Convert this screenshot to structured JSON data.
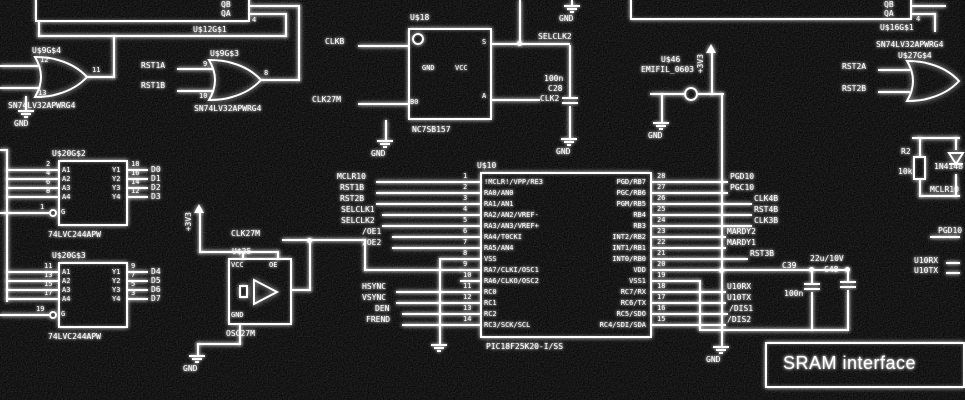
{
  "title_block": {
    "title": "SRAM interface"
  },
  "power": {
    "gnd": "GND",
    "p3v3": "+3V3"
  },
  "counters": {
    "u12": {
      "ref": "U$12G$1",
      "qb": "QB",
      "qa": "QA",
      "qa_pin": "4"
    },
    "u16": {
      "ref": "U$16G$1",
      "part": "SN74LV32APWRG4",
      "qb": "QB",
      "qa": "QA",
      "qa_pin": "4"
    }
  },
  "gates": {
    "u9g4": {
      "ref": "U$9G$4",
      "part": "SN74LV32APWRG4",
      "in1": "12",
      "in2": "13",
      "out": "11"
    },
    "u9g3": {
      "ref": "U$9G$3",
      "part": "SN74LV32APWRG4",
      "in1": "9",
      "in2": "10",
      "out": "8"
    },
    "u27": {
      "ref": "U$27G$4"
    }
  },
  "mux": {
    "ref": "U$18",
    "part": "NC7SB157",
    "gnd": "GND",
    "vcc": "VCC",
    "s": "S",
    "a": "A",
    "b0": "B0"
  },
  "osc": {
    "ref": "U$25",
    "part": "OSC27M",
    "vcc": "VCC",
    "oe": "OE",
    "gnd": "GND"
  },
  "filter": {
    "ref": "U$46",
    "part": "EMIFIL_0603"
  },
  "buffers": {
    "g2": {
      "ref": "U$20G$2",
      "part": "74LVC244APW",
      "inputs": [
        "A1",
        "A2",
        "A3",
        "A4"
      ],
      "outputs": [
        "Y1",
        "Y2",
        "Y3",
        "Y4"
      ],
      "enable": "G",
      "in_pins": [
        "2",
        "4",
        "6",
        "8"
      ],
      "out_pins": [
        "18",
        "16",
        "14",
        "12"
      ],
      "en_pin": "1",
      "nets": [
        "D0",
        "D1",
        "D2",
        "D3"
      ]
    },
    "g3": {
      "ref": "U$20G$3",
      "part": "74LVC244APW",
      "inputs": [
        "A1",
        "A2",
        "A3",
        "A4"
      ],
      "outputs": [
        "Y1",
        "Y2",
        "Y3",
        "Y4"
      ],
      "enable": "G",
      "in_pins": [
        "11",
        "13",
        "15",
        "17"
      ],
      "out_pins": [
        "9",
        "7",
        "5",
        "3"
      ],
      "en_pin": "19",
      "nets": [
        "D4",
        "D5",
        "D6",
        "D7"
      ]
    }
  },
  "mcu": {
    "ref": "U$10",
    "part": "PIC18F25K20-I/SS",
    "left": {
      "pins": [
        "1",
        "2",
        "3",
        "4",
        "5",
        "6",
        "7",
        "8",
        "9",
        "10",
        "11",
        "12",
        "13",
        "14"
      ],
      "names": [
        "!MCLR!/VPP/RE3",
        "RA0/AN0",
        "RA1/AN1",
        "RA2/AN2/VREF-",
        "RA3/AN3/VREF+",
        "RA4/T0CKI",
        "RA5/AN4",
        "VSS",
        "RA7/CLKI/OSC1",
        "RA6/CLKO/OSC2",
        "RC0",
        "RC1",
        "RC2",
        "RC3/SCK/SCL"
      ],
      "nets": [
        "MCLR10",
        "RST1B",
        "RST2B",
        "SELCLK1",
        "SELCLK2",
        "/OE1",
        "/OE2",
        "",
        "",
        "",
        "HSYNC",
        "VSYNC",
        "DEN",
        "FREND"
      ]
    },
    "right": {
      "pins": [
        "28",
        "27",
        "26",
        "25",
        "24",
        "23",
        "22",
        "21",
        "20",
        "19",
        "18",
        "17",
        "16",
        "15"
      ],
      "names": [
        "PGD/RB7",
        "PGC/RB6",
        "PGM/RB5",
        "RB4",
        "RB3",
        "INT2/RB2",
        "INT1/RB1",
        "INT0/RB0",
        "VDD",
        "VSS1",
        "RC7/RX",
        "RC6/TX",
        "RC5/SDO",
        "RC4/SDI/SDA"
      ],
      "nets": [
        "PGD10",
        "PGC10",
        "CLK4B",
        "RST4B",
        "CLK3B",
        "MARDY2",
        "MARDY1",
        "RST3B",
        "",
        "",
        "U10RX",
        "U10TX",
        "/DIS1",
        "/DIS2"
      ]
    }
  },
  "nets": {
    "clkb": "CLKB",
    "clk27m": "CLK27M",
    "selclk2": "SELCLK2",
    "clk2": "CLK2",
    "rst1a": "RST1A",
    "rst1b": "RST1B",
    "rst2a": "RST2A",
    "rst2b": "RST2B",
    "mclr10": "MCLR10",
    "pgd10": "PGD10",
    "u10rx": "U10RX",
    "u10tx": "U10TX"
  },
  "passives": {
    "c28": {
      "ref": "C28",
      "value": "100n"
    },
    "c39": {
      "ref": "C39",
      "value": "100n"
    },
    "c48": {
      "ref": "C48",
      "value": "22u/10V"
    },
    "r2": {
      "ref": "R2",
      "value": "10k"
    },
    "d1": {
      "part": "1N4148"
    }
  }
}
